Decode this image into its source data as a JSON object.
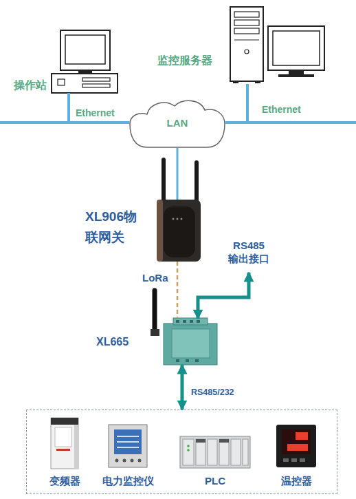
{
  "diagram": {
    "nodes": [
      {
        "text": [
          "操作站"
        ]
      },
      {
        "text": [
          "监控服务器"
        ]
      },
      {
        "text": [
          "LAN"
        ]
      },
      {
        "text": [
          "XL906物 联网关"
        ]
      },
      {
        "text": [
          "XL665"
        ]
      },
      {
        "text": []
      },
      {
        "text": [
          "变频器"
        ],
        "in": 5
      },
      {
        "text": [
          "电力监控仪"
        ],
        "in": 5
      },
      {
        "text": [
          "PLC"
        ],
        "in": 5
      },
      {
        "text": [
          "温控器"
        ],
        "in": 5
      }
    ],
    "edges": [
      {
        "from": 0,
        "to": 2,
        "arrow": "none",
        "label": "Ethernet"
      },
      {
        "from": 1,
        "to": 2,
        "arrow": "none",
        "label": "Ethernet"
      },
      {
        "from": 2,
        "to": 3,
        "arrow": "none"
      },
      {
        "from": 3,
        "to": 4,
        "arrow": "none",
        "label": "LoRa"
      },
      {
        "from": 4,
        "to": 5,
        "arrow": "both",
        "label": "RS485/232"
      }
    ],
    "labels": [
      "RS485 输出接口"
    ]
  }
}
